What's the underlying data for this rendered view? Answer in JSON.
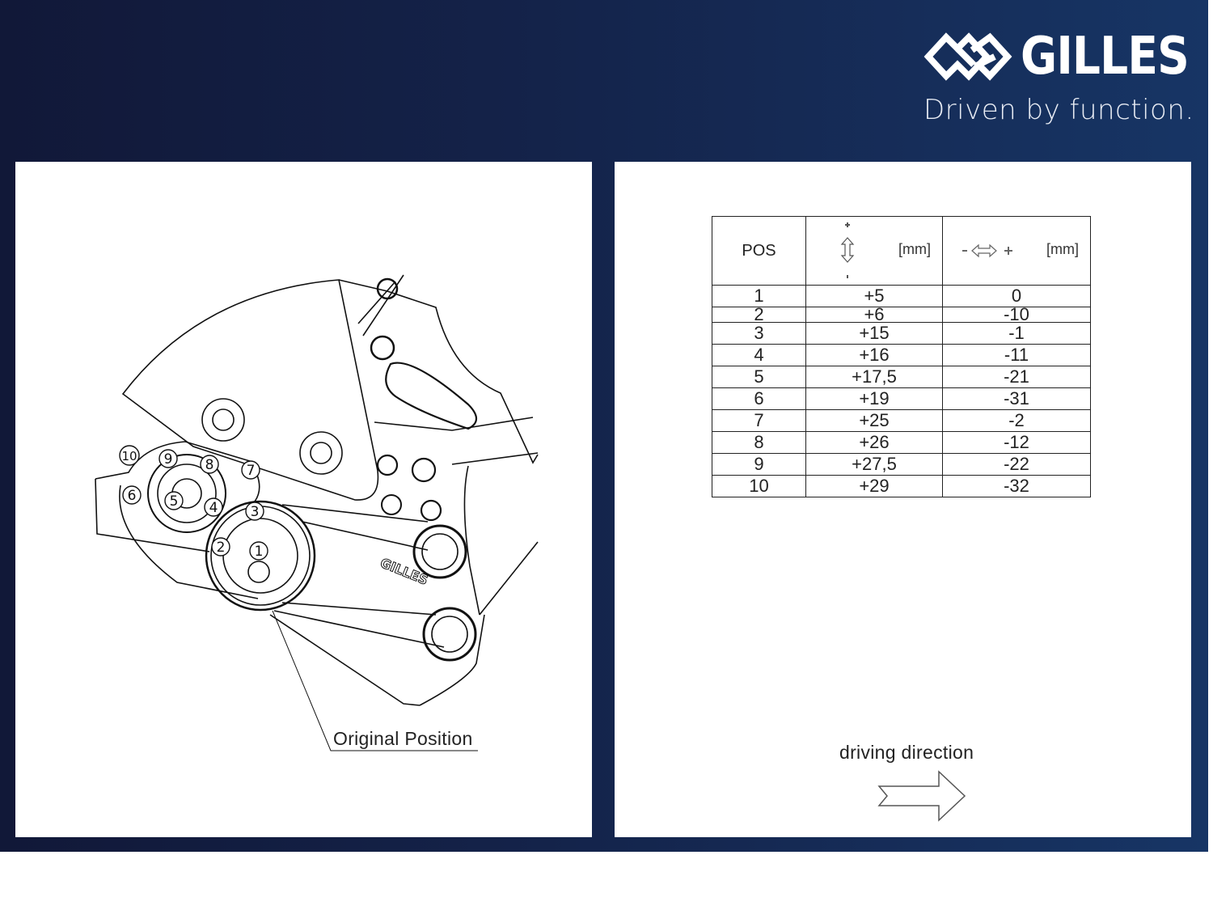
{
  "brand": {
    "name": "GILLES",
    "tagline": "Driven by function.",
    "logo_icon": "gilles-gg-logo-icon",
    "background_colors": [
      "#111838",
      "#173565"
    ]
  },
  "drawing": {
    "caption": "Original Position",
    "position_markers": [
      "1",
      "2",
      "3",
      "4",
      "5",
      "6",
      "7",
      "8",
      "9",
      "10"
    ],
    "part_logo_text": "GILLES"
  },
  "table": {
    "headers": {
      "pos": "POS",
      "vertical_unit": "[mm]",
      "vertical_icon": "vertical-plus-minus-arrow-icon",
      "horizontal_unit": "[mm]",
      "horizontal_icon": "horizontal-minus-plus-arrow-icon"
    },
    "rows": [
      {
        "pos": "1",
        "vertical": "+5",
        "horizontal": "0"
      },
      {
        "pos": "2",
        "vertical": "+6",
        "horizontal": "-10"
      },
      {
        "pos": "3",
        "vertical": "+15",
        "horizontal": "-1"
      },
      {
        "pos": "4",
        "vertical": "+16",
        "horizontal": "-11"
      },
      {
        "pos": "5",
        "vertical": "+17,5",
        "horizontal": "-21"
      },
      {
        "pos": "6",
        "vertical": "+19",
        "horizontal": "-31"
      },
      {
        "pos": "7",
        "vertical": "+25",
        "horizontal": "-2"
      },
      {
        "pos": "8",
        "vertical": "+26",
        "horizontal": "-12"
      },
      {
        "pos": "9",
        "vertical": "+27,5",
        "horizontal": "-22"
      },
      {
        "pos": "10",
        "vertical": "+29",
        "horizontal": "-32"
      }
    ]
  },
  "direction": {
    "label": "driving direction",
    "icon": "right-arrow-icon"
  }
}
